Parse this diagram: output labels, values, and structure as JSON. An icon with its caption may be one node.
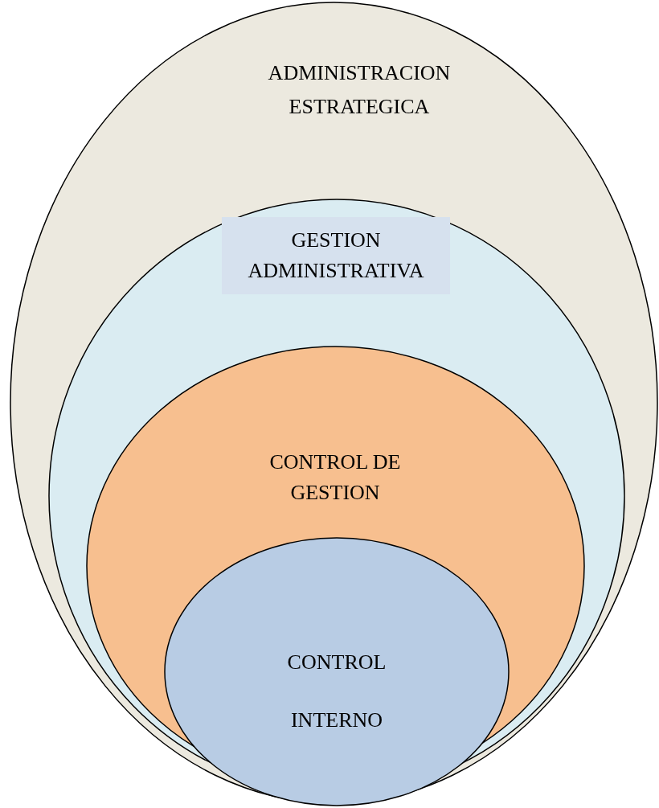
{
  "diagram": {
    "nodes": [
      {
        "text": [
          "ADMINISTRACION ESTRATEGICA"
        ]
      },
      {
        "text": [
          "GESTION ADMINISTRATIVA"
        ],
        "in": 0
      },
      {
        "text": [
          "CONTROL DE GESTION"
        ],
        "in": 1
      },
      {
        "text": [
          "CONTROL INTERNO"
        ],
        "in": 2
      }
    ]
  }
}
